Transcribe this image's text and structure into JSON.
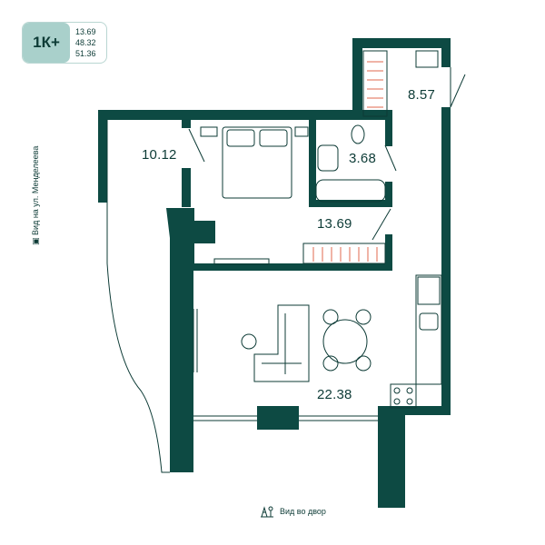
{
  "badge": {
    "type": "1К+",
    "areas": [
      "13.69",
      "48.32",
      "51.36"
    ]
  },
  "rooms": {
    "bedroom_area": "10.12",
    "bathroom_area": "3.68",
    "hall_area": "8.57",
    "corridor_area": "13.69",
    "living_area": "22.38"
  },
  "views": {
    "left": "Вид на ул. Менделеева",
    "bottom": "Вид во двор"
  },
  "colors": {
    "wall": "#0d4a43",
    "accent": "#a9d0cb",
    "line": "#0d3b36"
  },
  "icons": {
    "street_view": "street-sign-icon",
    "yard_view": "playground-icon"
  }
}
